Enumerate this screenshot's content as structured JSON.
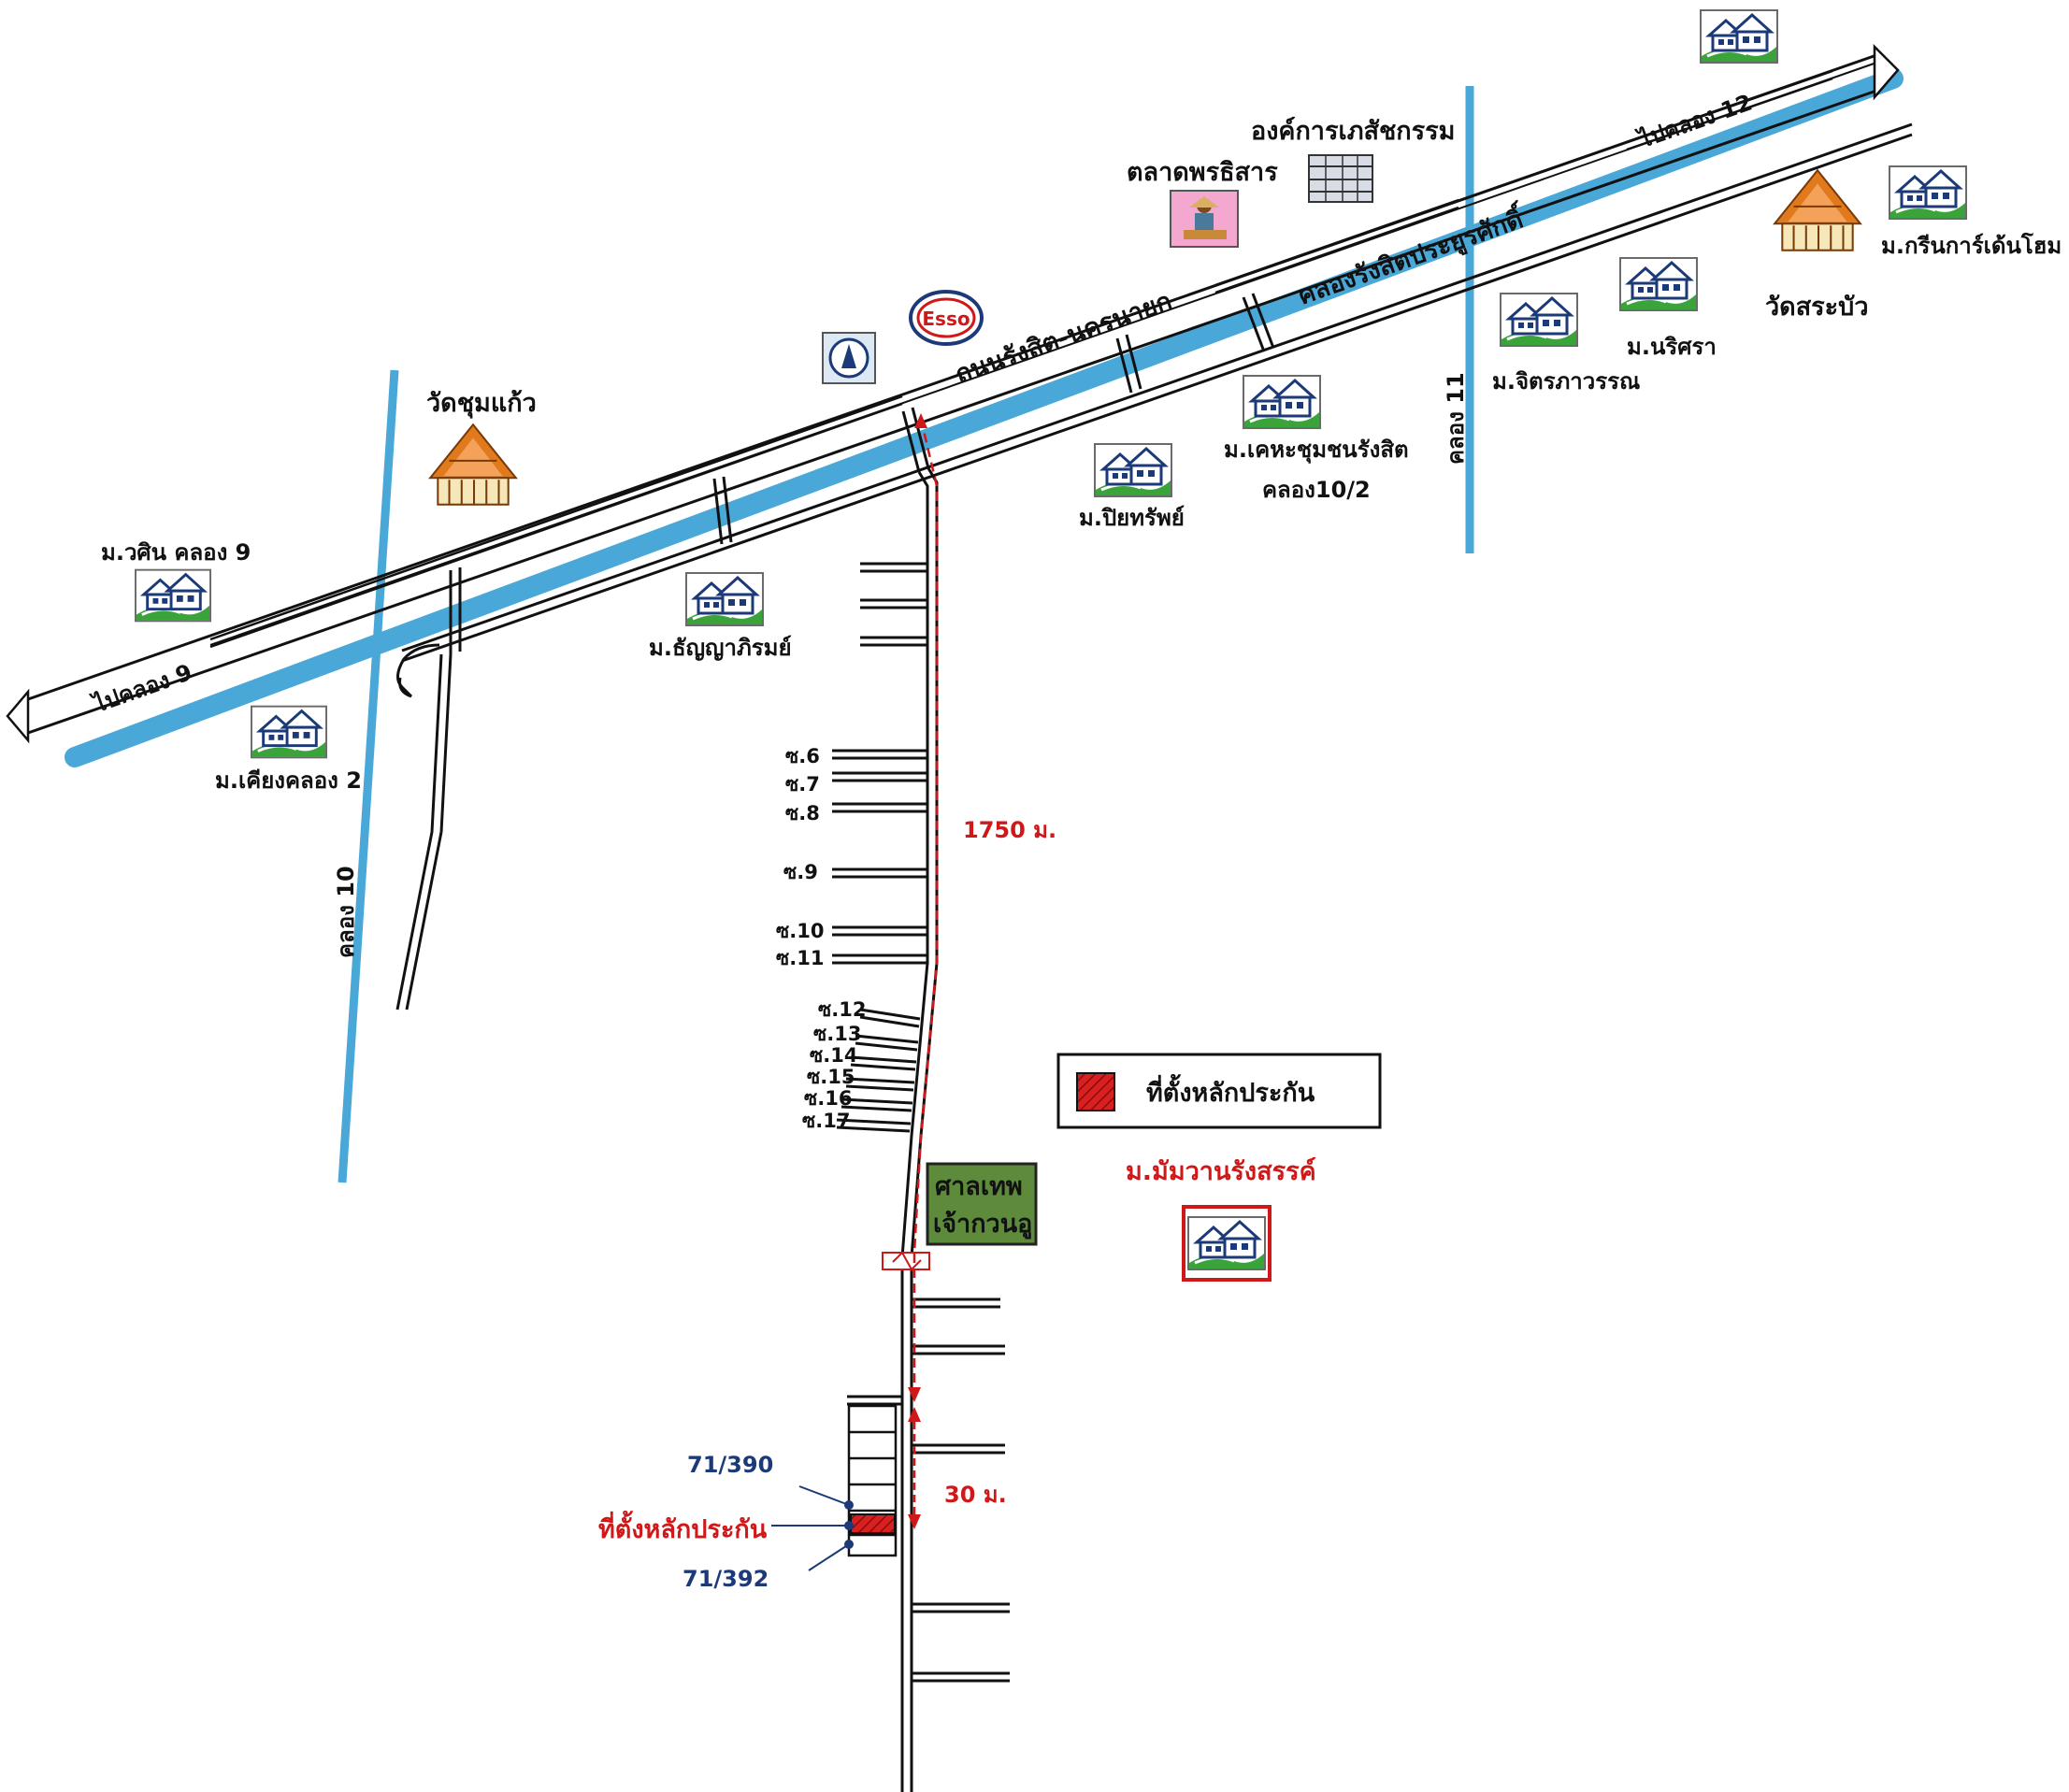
{
  "roads": {
    "main_road": "ถนนรังสิต-นครนายก",
    "to_klong12": "ไปคลอง 12",
    "to_klong9": "ไปคลอง 9"
  },
  "canals": {
    "main": "คลองรังสิตประยูรศักดิ์",
    "klong10": "คลอง 10",
    "klong11": "คลอง 11"
  },
  "landmarks": {
    "wat_chumkaew": "วัดชุมแก้ว",
    "wat_sabua": "วัดสระบัว",
    "market": "ตลาดพรธิสาร",
    "gpo": "องค์การเภสัชกรรม",
    "shrine_line1": "ศาลเทพ",
    "shrine_line2": "เจ้ากวนอู"
  },
  "villages": {
    "m_wasin": "ม.วศิน คลอง 9",
    "m_kiangklong": "ม.เคียงคลอง 2",
    "m_thanyaphirom": "ม.ธัญญาภิรมย์",
    "m_piyasap": "ม.ปิยทรัพย์",
    "m_kheha": "ม.เคหะชุมชนรังสิต",
    "kheha_sub": "คลอง10/2",
    "m_jitrapawan": "ม.จิตรภาวรรณ",
    "m_narisara": "ม.นริศรา",
    "m_green": "ม.กรีนการ์เด้นโฮม",
    "m_mamwan": "ม.มัมวานรังสรรค์"
  },
  "sois": [
    "ซ.6",
    "ซ.7",
    "ซ.8",
    "ซ.9",
    "ซ.10",
    "ซ.11",
    "ซ.12",
    "ซ.13",
    "ซ.14",
    "ซ.15",
    "ซ.16",
    "ซ.17"
  ],
  "distances": {
    "d1": "1750 ม.",
    "d2": "30 ม."
  },
  "plot": {
    "label": "ที่ตั้งหลักประกัน",
    "neighbor_north": "71/390",
    "neighbor_south": "71/392"
  },
  "legend": {
    "label": "ที่ตั้งหลักประกัน"
  },
  "colors": {
    "canal": "#4aa8d8",
    "marker": "#d82020",
    "distance": "#d01818",
    "shrine": "#5e8a3c"
  }
}
